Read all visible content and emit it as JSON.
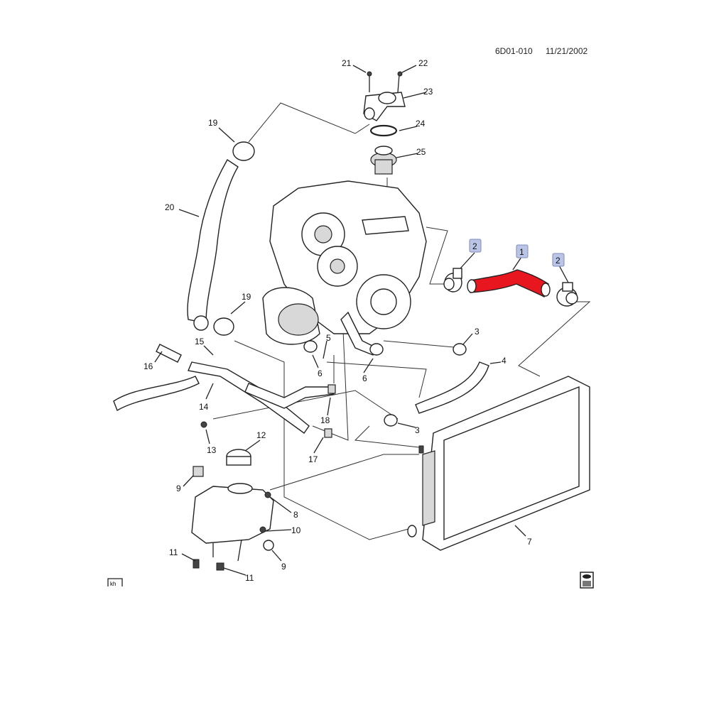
{
  "header": {
    "doc_id": "6D01-010",
    "date": "11/21/2002"
  },
  "highlighted_part": {
    "number": "1",
    "color": "#e8161e"
  },
  "callouts": [
    "21",
    "22",
    "23",
    "24",
    "25",
    "19",
    "20",
    "2",
    "1",
    "2",
    "19",
    "3",
    "4",
    "15",
    "5",
    "16",
    "6",
    "6",
    "14",
    "18",
    "3",
    "12",
    "13",
    "17",
    "9",
    "8",
    "10",
    "7",
    "11",
    "9",
    "11"
  ],
  "footer": {
    "corner_tag": "kh"
  },
  "colors": {
    "callout_box": "#b9c4e6",
    "line": "#222222"
  }
}
